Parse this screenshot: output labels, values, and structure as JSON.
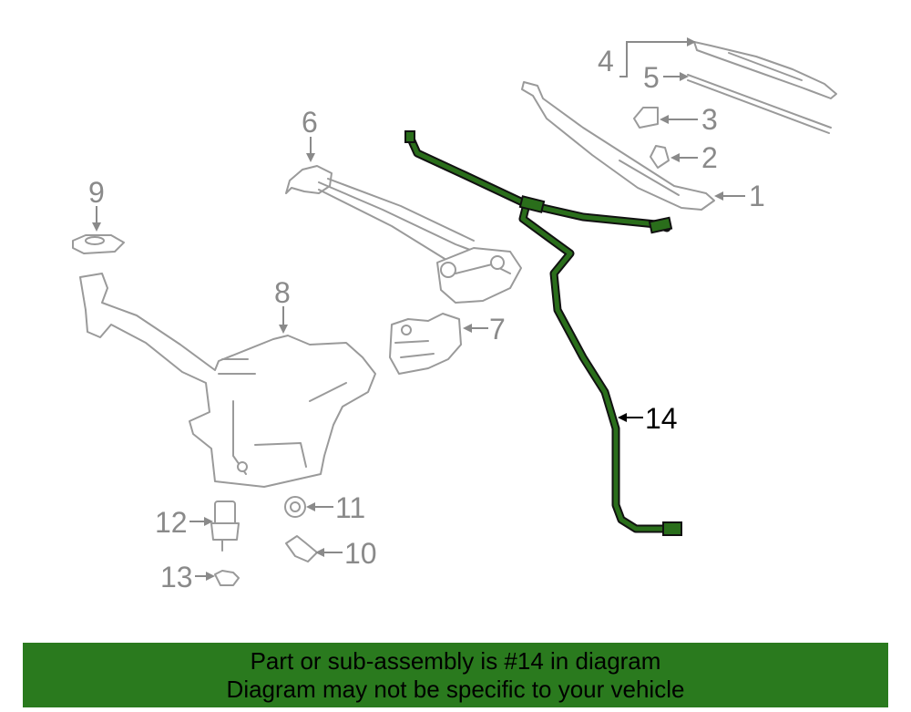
{
  "diagram": {
    "callouts": {
      "c1": "1",
      "c2": "2",
      "c3": "3",
      "c4": "4",
      "c5": "5",
      "c6": "6",
      "c7": "7",
      "c8": "8",
      "c9": "9",
      "c10": "10",
      "c11": "11",
      "c12": "12",
      "c13": "13",
      "c14": "14"
    },
    "highlighted_part": "14",
    "colors": {
      "highlight": "#2a6e1b",
      "parts": "#9a9a9a",
      "banner": "#2a7a1e"
    }
  },
  "banner": {
    "line1": "Part or sub-assembly is #14 in diagram",
    "line2": "Diagram may not be specific to your vehicle"
  }
}
